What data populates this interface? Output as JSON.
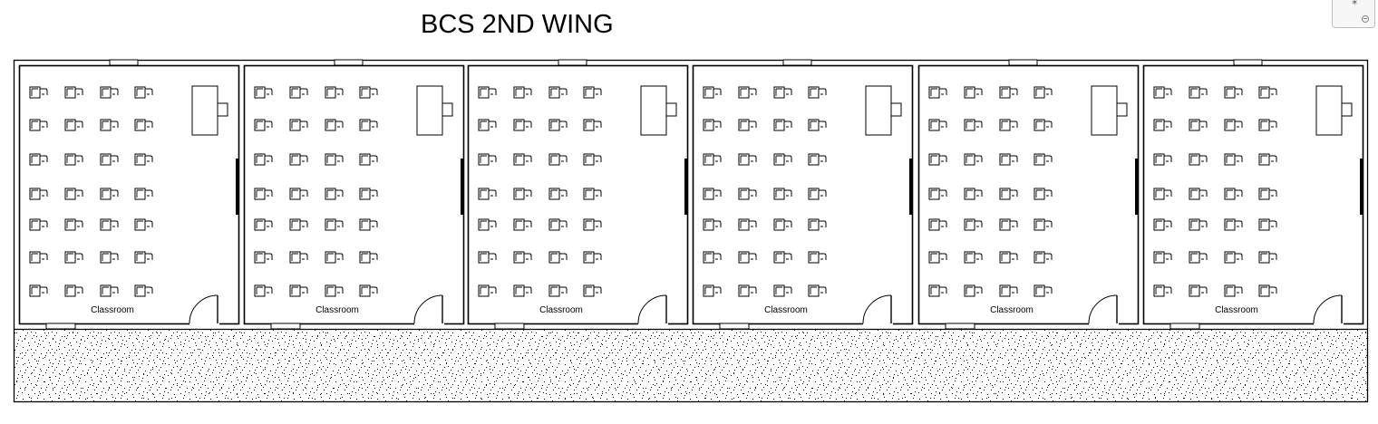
{
  "title": "BCS 2ND WING",
  "rooms": [
    {
      "label": "Classroom"
    },
    {
      "label": "Classroom"
    },
    {
      "label": "Classroom"
    },
    {
      "label": "Classroom"
    },
    {
      "label": "Classroom"
    },
    {
      "label": "Classroom"
    }
  ],
  "seating": {
    "rows": 7,
    "columns": 4
  },
  "colors": {
    "line": "#000000",
    "background": "#ffffff",
    "widget_border": "#bdbdbd"
  },
  "icons": [
    "desk-icon",
    "teacher-desk-icon",
    "door-swing-icon",
    "view-cube-icon"
  ]
}
